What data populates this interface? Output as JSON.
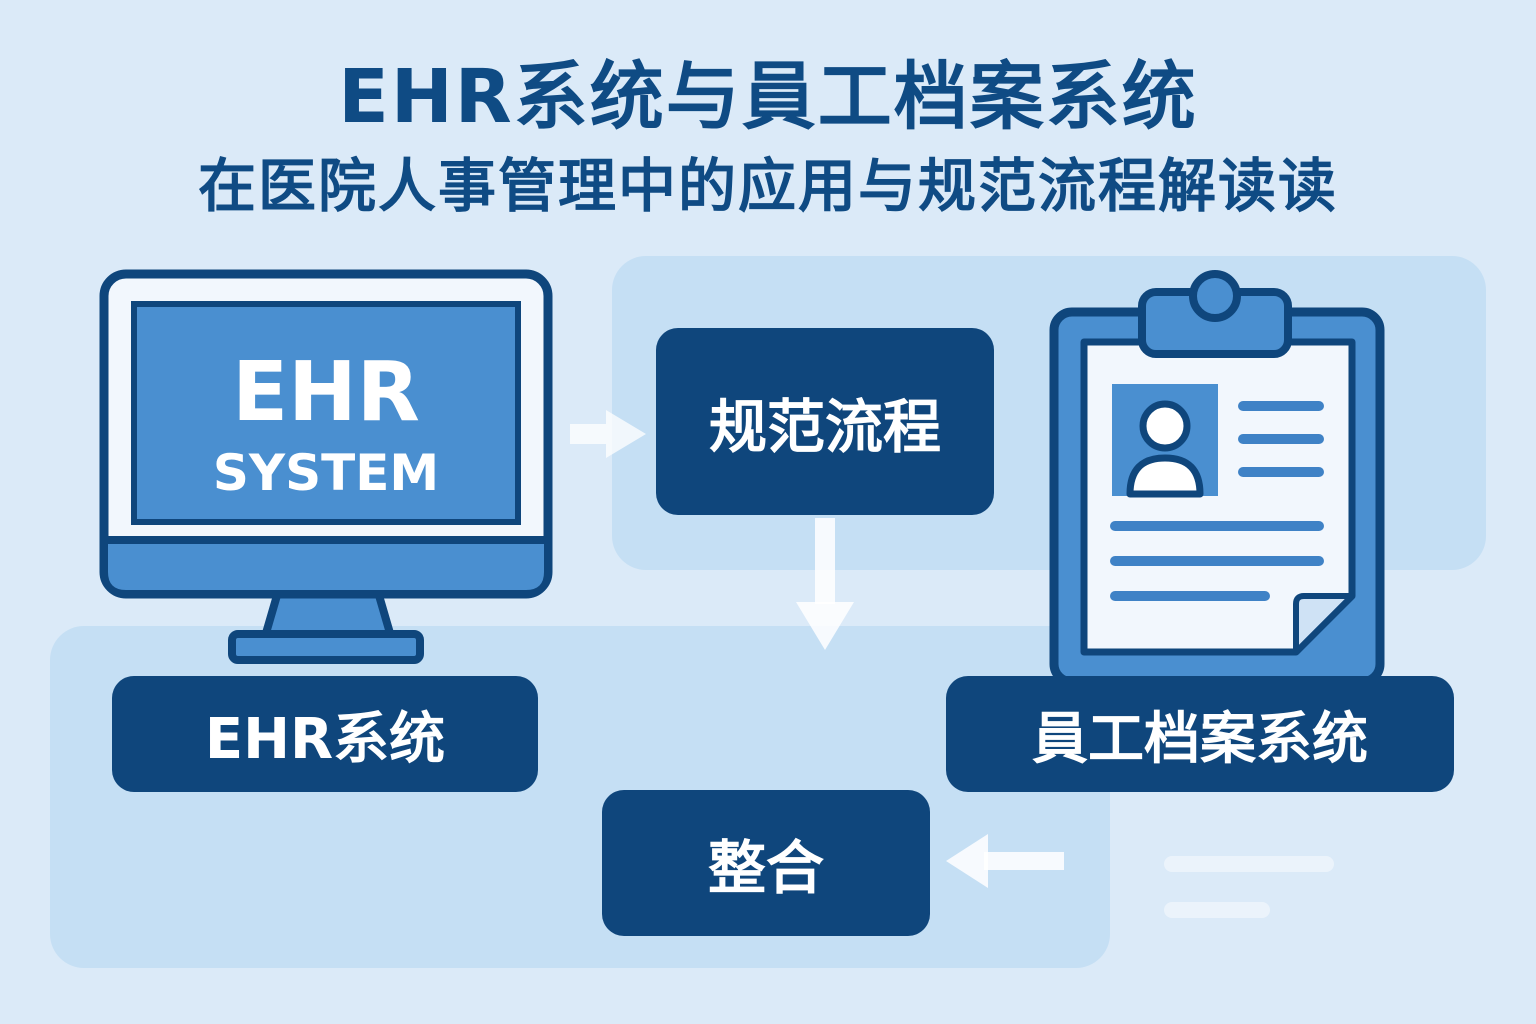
{
  "title": {
    "main": "EHR系统与員工档案系统",
    "sub": "在医院人事管理中的应用与规范流程解读读"
  },
  "ehr_monitor": {
    "screen_title": "EHR",
    "screen_subtitle": "SYSTEM",
    "label": "EHR系统",
    "icon": "monitor-icon"
  },
  "process_node": {
    "label": "规范流程"
  },
  "staff_record": {
    "label": "員工档案系统",
    "icon": "clipboard-profile-icon"
  },
  "integrate_node": {
    "label": "整合"
  },
  "colors": {
    "background": "#dbeaf8",
    "panel": "#c5dff4",
    "node_fill": "#0f467c",
    "accent_blue": "#4a8fd0",
    "title": "#0f4b84"
  }
}
